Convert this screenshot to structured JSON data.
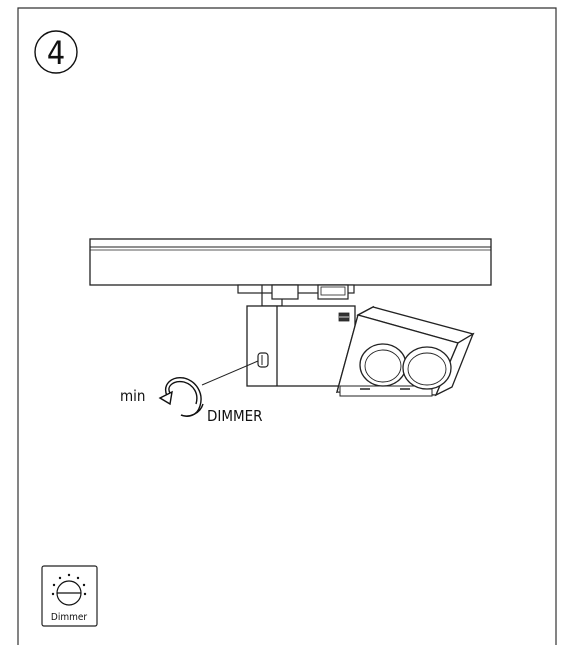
{
  "step": {
    "number": "4"
  },
  "labels": {
    "min": "min",
    "dimmer_knob": "DIMMER"
  },
  "badge": {
    "label": "Dimmer",
    "icon": "dimmer-dial-icon"
  },
  "colors": {
    "line": "#222222",
    "background": "#ffffff"
  }
}
